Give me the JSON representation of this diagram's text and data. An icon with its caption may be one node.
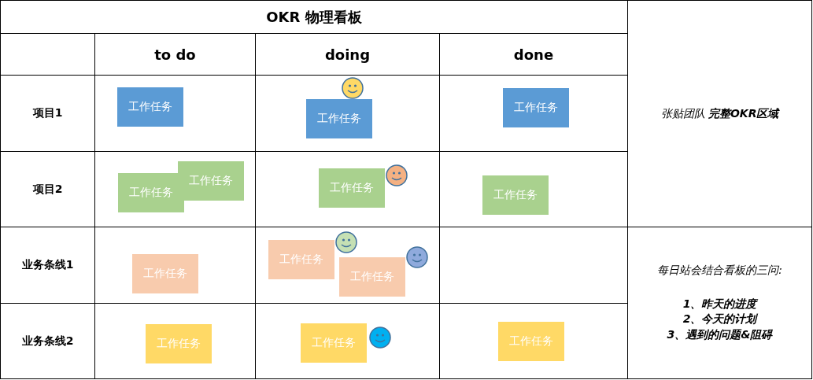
{
  "diagram": {
    "title": "OKR 物理看板",
    "nodes": [
      {
        "text": [
          "工作任务"
        ]
      },
      {
        "text": [
          "工作任务"
        ]
      },
      {
        "text": [
          "工作任务"
        ]
      },
      {
        "text": [
          "工作任务"
        ]
      },
      {
        "text": [
          "工作任务"
        ]
      },
      {
        "text": [
          "工作任务"
        ]
      },
      {
        "text": [
          "工作任务"
        ]
      },
      {
        "text": [
          "工作任务"
        ]
      },
      {
        "text": [
          "工作任务"
        ]
      },
      {
        "text": [
          "工作任务"
        ]
      },
      {
        "text": [
          "工作任务"
        ]
      },
      {
        "text": [
          "工作任务"
        ]
      },
      {
        "text": [
          "工作任务"
        ]
      }
    ],
    "labels": [
      "张贴团队 **完整OKR区域**",
      "to do",
      "doing",
      "done",
      "项目1",
      "项目2",
      "业务条线1",
      "每日站会结合看板的三问:",
      "1、昨天的进度",
      "2、今天的计划",
      "3、遇到的问题&阻碍",
      "业务条线2"
    ]
  }
}
